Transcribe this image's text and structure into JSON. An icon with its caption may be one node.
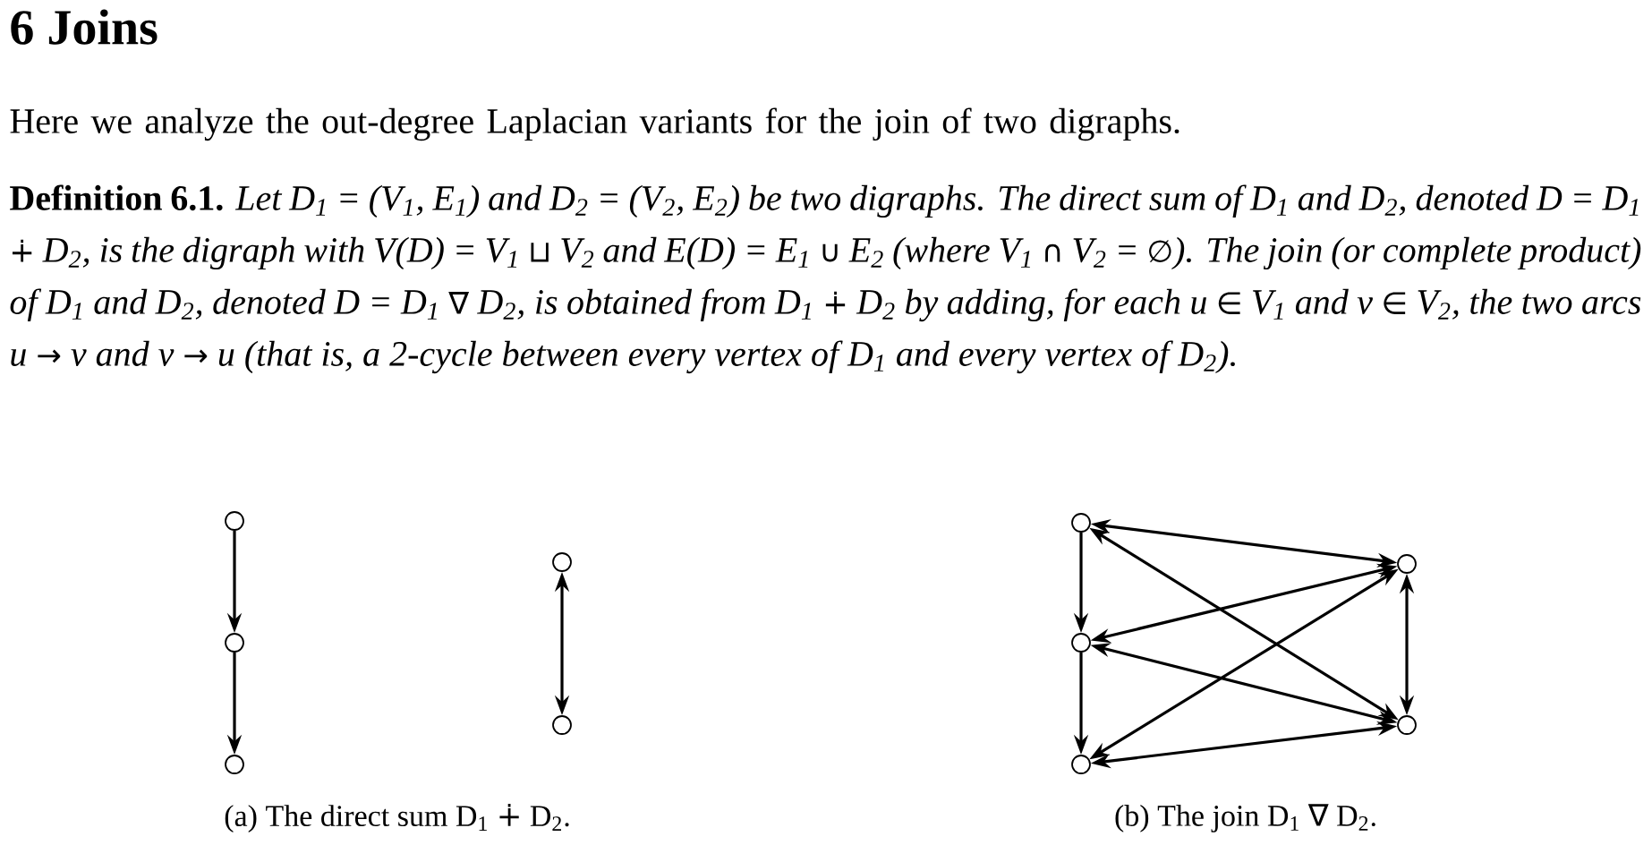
{
  "diagram": {
    "title": "6 Joins",
    "nodes": [
      {
        "text": [],
        "shape": "circle"
      },
      {
        "text": [],
        "shape": "circle"
      },
      {
        "text": [],
        "shape": "circle"
      },
      {
        "text": [],
        "shape": "circle"
      },
      {
        "text": [],
        "shape": "circle"
      },
      {
        "text": [],
        "shape": "circle"
      },
      {
        "text": [],
        "shape": "circle"
      },
      {
        "text": [],
        "shape": "circle"
      },
      {
        "text": [],
        "shape": "circle"
      },
      {
        "text": [],
        "shape": "circle"
      }
    ],
    "edges": [
      {
        "from": 0,
        "to": 1,
        "arrow": "to"
      },
      {
        "from": 1,
        "to": 2,
        "arrow": "to"
      },
      {
        "from": 3,
        "to": 4,
        "arrow": "both"
      },
      {
        "from": 5,
        "to": 6,
        "arrow": "to"
      },
      {
        "from": 6,
        "to": 7,
        "arrow": "to"
      },
      {
        "from": 8,
        "to": 9,
        "arrow": "both"
      },
      {
        "from": 5,
        "to": 8,
        "arrow": "both"
      },
      {
        "from": 5,
        "to": 9,
        "arrow": "both"
      },
      {
        "from": 6,
        "to": 8,
        "arrow": "both"
      },
      {
        "from": 6,
        "to": 9,
        "arrow": "both"
      },
      {
        "from": 7,
        "to": 8,
        "arrow": "both"
      },
      {
        "from": 7,
        "to": 9,
        "arrow": "both"
      }
    ],
    "labels": [
      "Here we analyze the out-degree Laplacian variants for the join of two digraphs.",
      "Definition 6.1.",
      "Let D$_{1}$ = (V$_{1}$, E$_{1}$) and D$_{2}$ = (V$_{2}$, E$_{2}$) be two digraphs. The direct sum of D$_{1}$ and D$_{2}$, denoted D = D$_{1}$ ∔ D$_{2}$, is the digraph with V(D) = V$_{1}$ ⊔ V$_{2}$ and E(D) = E$_{1}$ ∪ E$_{2}$ (where V$_{1}$ ∩ V$_{2}$ = ∅). The join (or complete product) of D$_{1}$ and D$_{2}$, denoted D = D$_{1}$ ∇ D$_{2}$, is obtained from D$_{1}$ ∔ D$_{2}$ by adding, for each u ∈ V$_{1}$ and v ∈ V$_{2}$, the two arcs u → v and v → u (that is, a 2-cycle between every vertex of D$_{1}$ and every vertex of D$_{2}$).",
      "(a) The direct sum D$_{1}$ ∔ D$_{2}$.",
      "(b) The join D$_{1}$ ∇ D$_{2}$."
    ]
  }
}
